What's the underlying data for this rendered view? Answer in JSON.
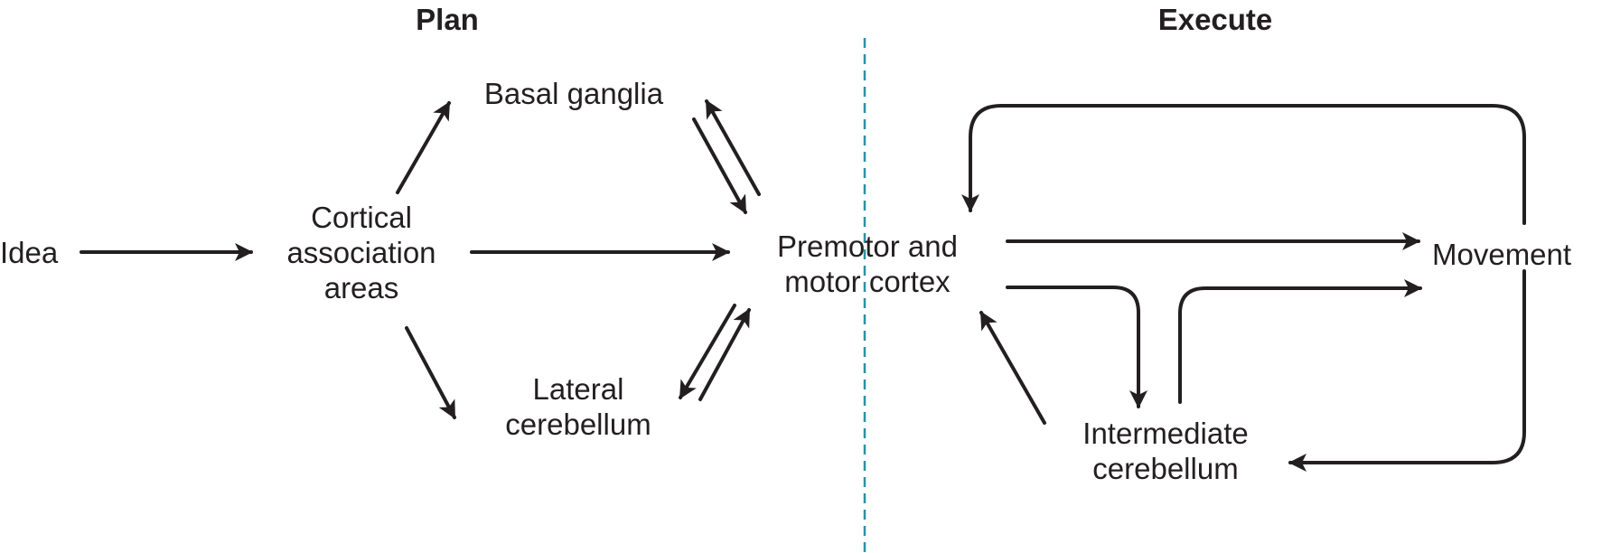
{
  "headings": {
    "plan": "Plan",
    "execute": "Execute"
  },
  "nodes": {
    "idea": "Idea",
    "cortical": [
      "Cortical",
      "association",
      "areas"
    ],
    "basal": "Basal ganglia",
    "lateral": [
      "Lateral",
      "cerebellum"
    ],
    "premotor": [
      "Premotor and",
      "motor cortex"
    ],
    "movement": "Movement",
    "intermediate": [
      "Intermediate",
      "cerebellum"
    ]
  },
  "colors": {
    "ink": "#231f20",
    "divider": "#2e8fa8"
  }
}
